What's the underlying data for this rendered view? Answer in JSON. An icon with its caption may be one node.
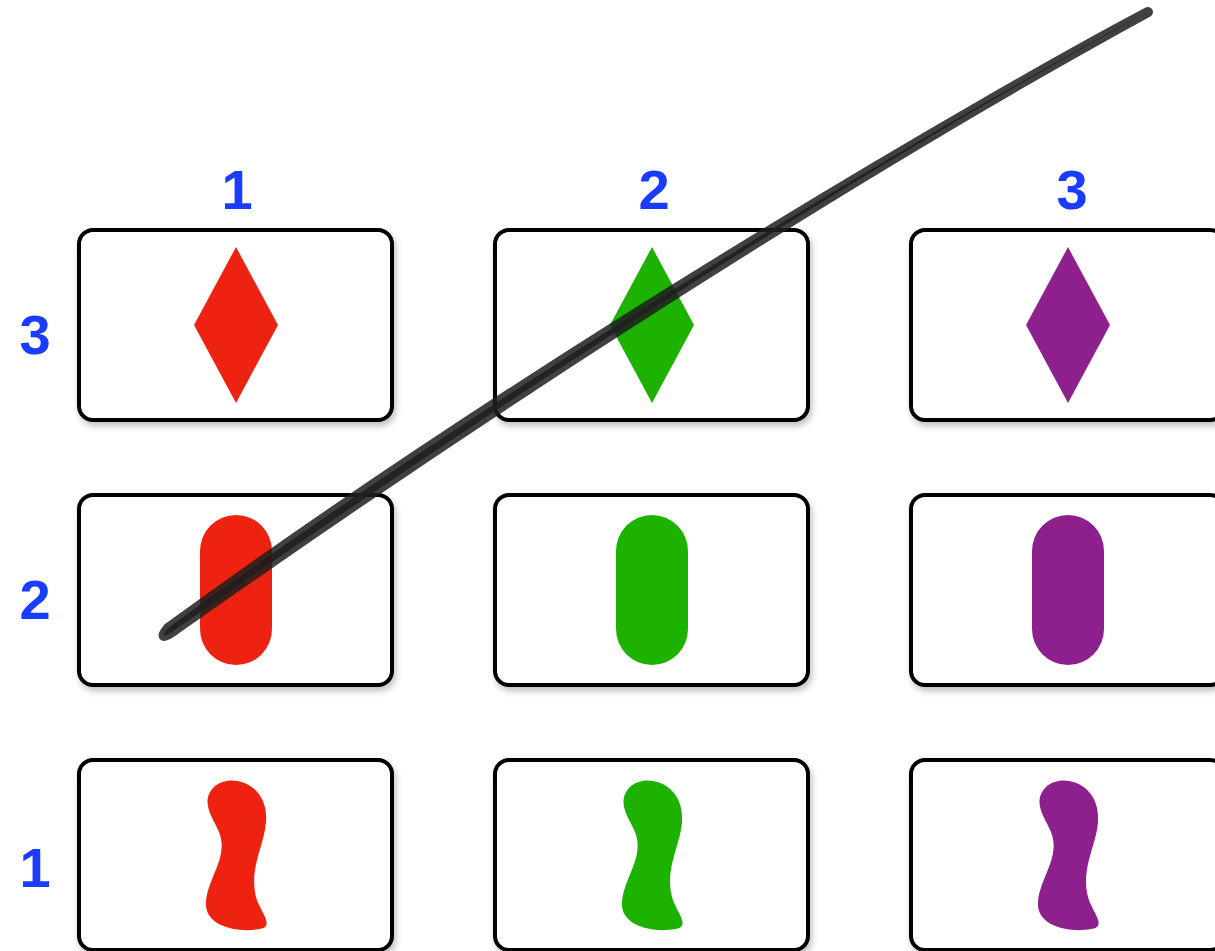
{
  "diagram": {
    "nodes": [
      {
        "text": [],
        "shape": "box"
      },
      {
        "text": [],
        "shape": "diamond",
        "in": 0
      },
      {
        "text": [],
        "shape": "box"
      },
      {
        "text": [],
        "shape": "diamond",
        "in": 2
      },
      {
        "text": [],
        "shape": "box"
      },
      {
        "text": [],
        "shape": "diamond",
        "in": 4
      },
      {
        "text": [],
        "shape": "box"
      },
      {
        "text": [],
        "shape": "oval",
        "in": 6
      },
      {
        "text": [],
        "shape": "box"
      },
      {
        "text": [],
        "shape": "oval",
        "in": 8
      },
      {
        "text": [],
        "shape": "box"
      },
      {
        "text": [],
        "shape": "oval",
        "in": 10
      },
      {
        "text": [],
        "shape": "box"
      },
      {
        "text": [],
        "shape": "squiggle",
        "in": 12
      },
      {
        "text": [],
        "shape": "box"
      },
      {
        "text": [],
        "shape": "squiggle",
        "in": 14
      },
      {
        "text": [],
        "shape": "box"
      },
      {
        "text": [],
        "shape": "squiggle",
        "in": 16
      }
    ],
    "labels": [
      "1",
      "2",
      "3",
      "3",
      "2",
      "1"
    ]
  }
}
